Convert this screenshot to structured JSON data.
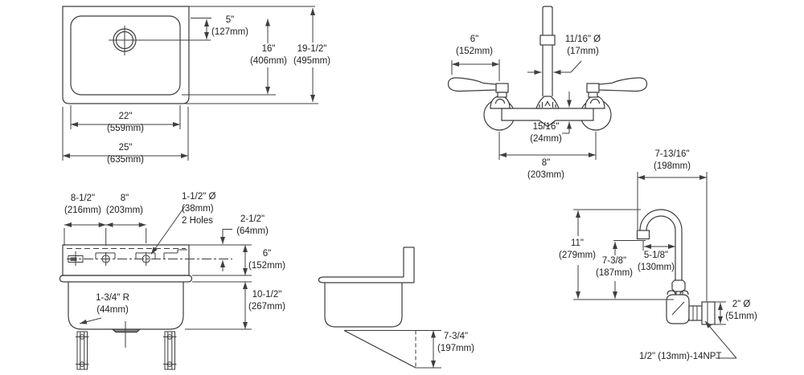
{
  "drawing": {
    "type": "technical-spec-drawing",
    "subject": "wall-hung sink with wall-mount faucet and gooseneck spout",
    "colors": {
      "line": "#3c3c3c",
      "dim_line": "#3f3f3f",
      "text": "#1e1e1e",
      "background": "#ffffff"
    }
  },
  "views": {
    "sink_plan": {
      "dims": {
        "hole_offset": {
          "in": "5\"",
          "mm": "(127mm)"
        },
        "bowl_front_back": {
          "in": "16\"",
          "mm": "(406mm)"
        },
        "overall_front_back": {
          "in": "19-1/2\"",
          "mm": "(495mm)"
        },
        "bowl_width": {
          "in": "22\"",
          "mm": "(559mm)"
        },
        "overall_width": {
          "in": "25\"",
          "mm": "(635mm)"
        }
      }
    },
    "faucet_front": {
      "dims": {
        "handle_reach": {
          "in": "6\"",
          "mm": "(152mm)"
        },
        "spout_diameter": {
          "in": "11/16\" Ø",
          "mm": "(17mm)"
        },
        "body_height": {
          "in": "15/16\"",
          "mm": "(24mm)"
        },
        "faucet_centers": {
          "in": "8\"",
          "mm": "(203mm)"
        }
      }
    },
    "sink_front": {
      "dims": {
        "left_hole_offset": {
          "in": "8-1/2\"",
          "mm": "(216mm)"
        },
        "hole_spacing": {
          "in": "8\"",
          "mm": "(203mm)"
        },
        "faucet_holes": {
          "line1": "1-1/2\" Ø",
          "line2": "(38mm)",
          "line3": "2 Holes"
        },
        "deck_drop": {
          "in": "2-1/2\"",
          "mm": "(64mm)"
        },
        "apron_height": {
          "in": "6\"",
          "mm": "(152mm)"
        },
        "bowl_depth": {
          "in": "10-1/2\"",
          "mm": "(267mm)"
        },
        "corner_radius": {
          "in": "1-3/4\" R",
          "mm": "(44mm)"
        }
      }
    },
    "sink_side": {
      "dims": {
        "bracket_height": {
          "in": "7-3/4\"",
          "mm": "(197mm)"
        }
      }
    },
    "spout_side": {
      "dims": {
        "spout_reach": {
          "in": "7-13/16\"",
          "mm": "(198mm)"
        },
        "overall_height": {
          "in": "11\"",
          "mm": "(279mm)"
        },
        "outlet_height": {
          "in": "7-3/8\"",
          "mm": "(187mm)"
        },
        "outlet_reach": {
          "in": "5-1/8\"",
          "mm": "(130mm)"
        },
        "flange_diameter": {
          "in": "2\" Ø",
          "mm": "(51mm)"
        },
        "thread_spec": "1/2\" (13mm)-14NPT"
      }
    }
  }
}
